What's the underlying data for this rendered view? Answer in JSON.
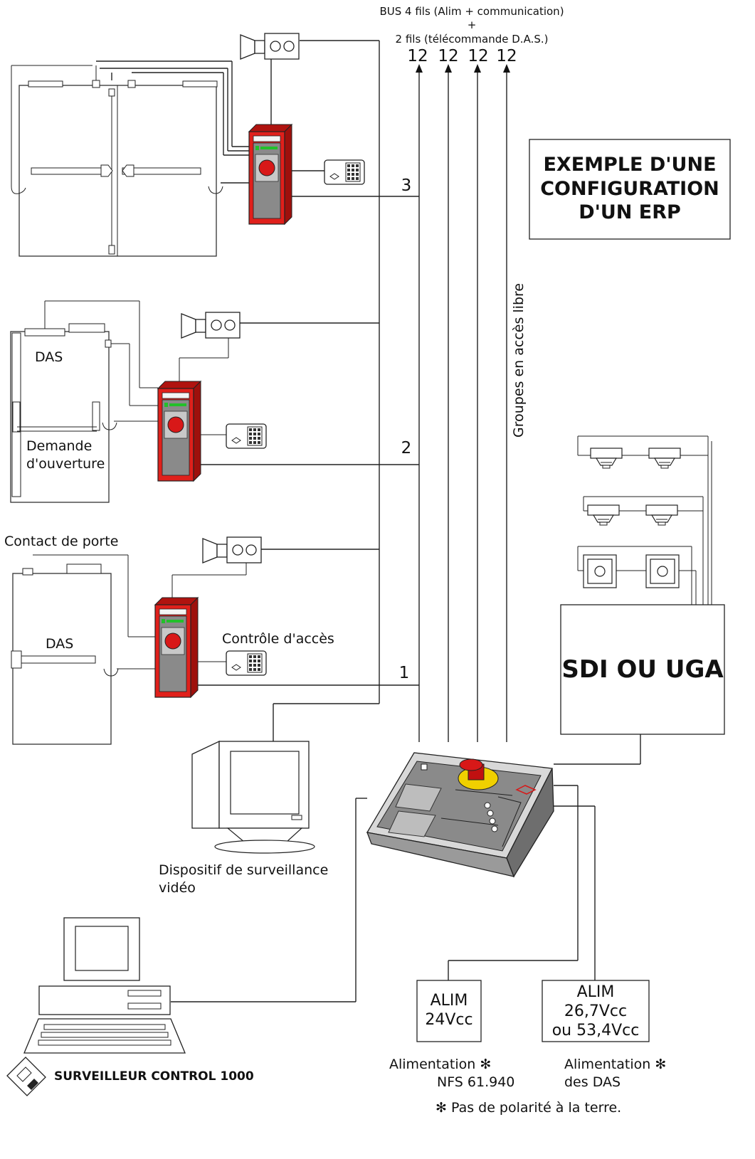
{
  "bus": {
    "line1": "BUS 4 fils (Alim + communication)",
    "line2": "+",
    "line3": "2 fils (télécommande D.A.S.)",
    "wire_counts": [
      "12",
      "12",
      "12",
      "12"
    ]
  },
  "title_box": {
    "line1": "EXEMPLE D'UNE",
    "line2": "CONFIGURATION",
    "line3": "D'UN ERP"
  },
  "vertical_label": "Groupes en accès libre",
  "loop_numbers": [
    "3",
    "2",
    "1"
  ],
  "labels": {
    "das_top": "DAS",
    "demande_1": "Demande",
    "demande_2": "d'ouverture",
    "contact_porte": "Contact de porte",
    "das_bottom": "DAS",
    "controle_acces": "Contrôle d'accès",
    "video_1": "Dispositif de surveillance",
    "video_2": "vidéo"
  },
  "sdi_box": "SDI OU UGA",
  "surveilleur": "SURVEILLEUR CONTROL 1000",
  "alim_24": {
    "line1": "ALIM",
    "line2": "24Vcc"
  },
  "alim_das": {
    "line1": "ALIM",
    "line2": "26,7Vcc",
    "line3": "ou 53,4Vcc"
  },
  "captions": {
    "alim_1a": "Alimentation ✻",
    "alim_1b": "NFS 61.940",
    "alim_2a": "Alimentation ✻",
    "alim_2b": "des DAS",
    "footnote": "✻  Pas de polarité à la terre."
  },
  "colors": {
    "unit_red": "#e0201b",
    "panel_gray": "#8a8a8a",
    "button_red": "#d81818",
    "led_green": "#22c02a",
    "yellow": "#f0d000"
  }
}
